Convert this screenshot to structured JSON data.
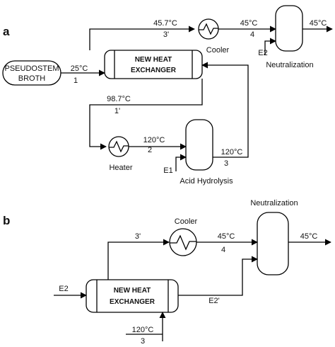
{
  "panel_a": {
    "label": "a",
    "feed": [
      "PSEUDOSTEM",
      "BROTH"
    ],
    "feed_stream": {
      "temp": "25°C",
      "id": "1"
    },
    "exchanger": [
      "NEW HEAT",
      "EXCHANGER"
    ],
    "stream_3p": {
      "temp": "45.7°C",
      "id": "3'"
    },
    "stream_1p": {
      "temp": "98.7°C",
      "id": "1'"
    },
    "stream_2": {
      "temp": "120°C",
      "id": "2"
    },
    "stream_3": {
      "temp": "120°C",
      "id": "3"
    },
    "stream_4": {
      "temp": "45°C",
      "id": "4"
    },
    "product_temp": "45°C",
    "cooler": "Cooler",
    "heater": "Heater",
    "acid_hydrolysis": "Acid Hydrolysis",
    "neutralization": "Neutralization",
    "e1": "E1",
    "e2": "E2"
  },
  "panel_b": {
    "label": "b",
    "exchanger": [
      "NEW HEAT",
      "EXCHANGER"
    ],
    "cooler": "Cooler",
    "neutralization": "Neutralization",
    "stream_3p": "3'",
    "stream_4": {
      "temp": "45°C",
      "id": "4"
    },
    "product_temp": "45°C",
    "e2_in": "E2",
    "e2_out": "E2'",
    "stream_3": {
      "temp": "120°C",
      "id": "3"
    }
  }
}
